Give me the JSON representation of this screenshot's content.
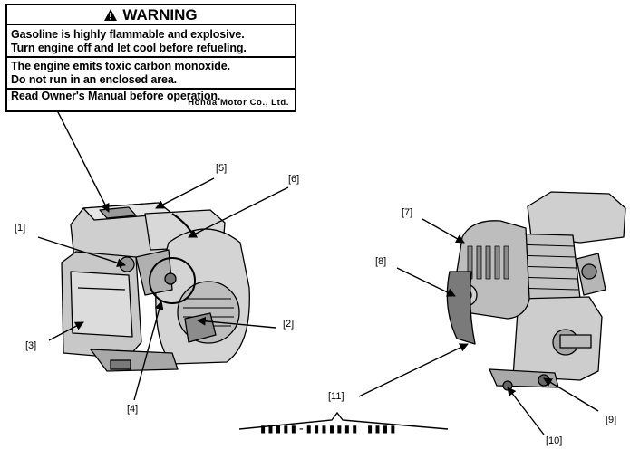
{
  "warning_label": {
    "heading": "WARNING",
    "lines": [
      "Gasoline is highly flammable and explosive.",
      "Turn engine off and let cool before refueling.",
      "The engine emits toxic carbon monoxide.",
      "Do not run in an enclosed area.",
      "Read Owner's Manual before operation."
    ],
    "manufacturer": "Honda Motor Co., Ltd."
  },
  "callouts": [
    "[1]",
    "[2]",
    "[3]",
    "[4]",
    "[5]",
    "[6]",
    "[7]",
    "[8]",
    "[9]",
    "[10]",
    "[11]"
  ],
  "serial_code": "▮▮▮▮▮-▮▮▮▮▮▮▮ ▮▮▮▮",
  "colors": {
    "line": "#000000",
    "engine_fill": "#bfbfbf",
    "engine_dark": "#6e6e6e",
    "label_patch": "#9a9a9a"
  }
}
